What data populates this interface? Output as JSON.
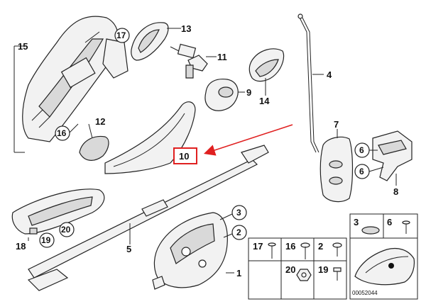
{
  "callouts": {
    "c1": "1",
    "c2": "2",
    "c3": "3",
    "c4": "4",
    "c5": "5",
    "c6a": "6",
    "c6b": "6",
    "c7": "7",
    "c8": "8",
    "c9": "9",
    "c10": "10",
    "c11": "11",
    "c12": "12",
    "c13": "13",
    "c14": "14",
    "c15": "15",
    "c16": "16",
    "c17": "17",
    "c18": "18",
    "c19": "19",
    "c20": "20"
  },
  "hardware_box": {
    "labels": {
      "l17": "17",
      "l16": "16",
      "l2": "2",
      "l20": "20",
      "l19": "19"
    }
  },
  "inset_box": {
    "labels": {
      "l3": "3",
      "l6": "6"
    },
    "diagram_number": "00052044"
  },
  "highlight": {
    "color": "#e02020",
    "target": "10"
  }
}
